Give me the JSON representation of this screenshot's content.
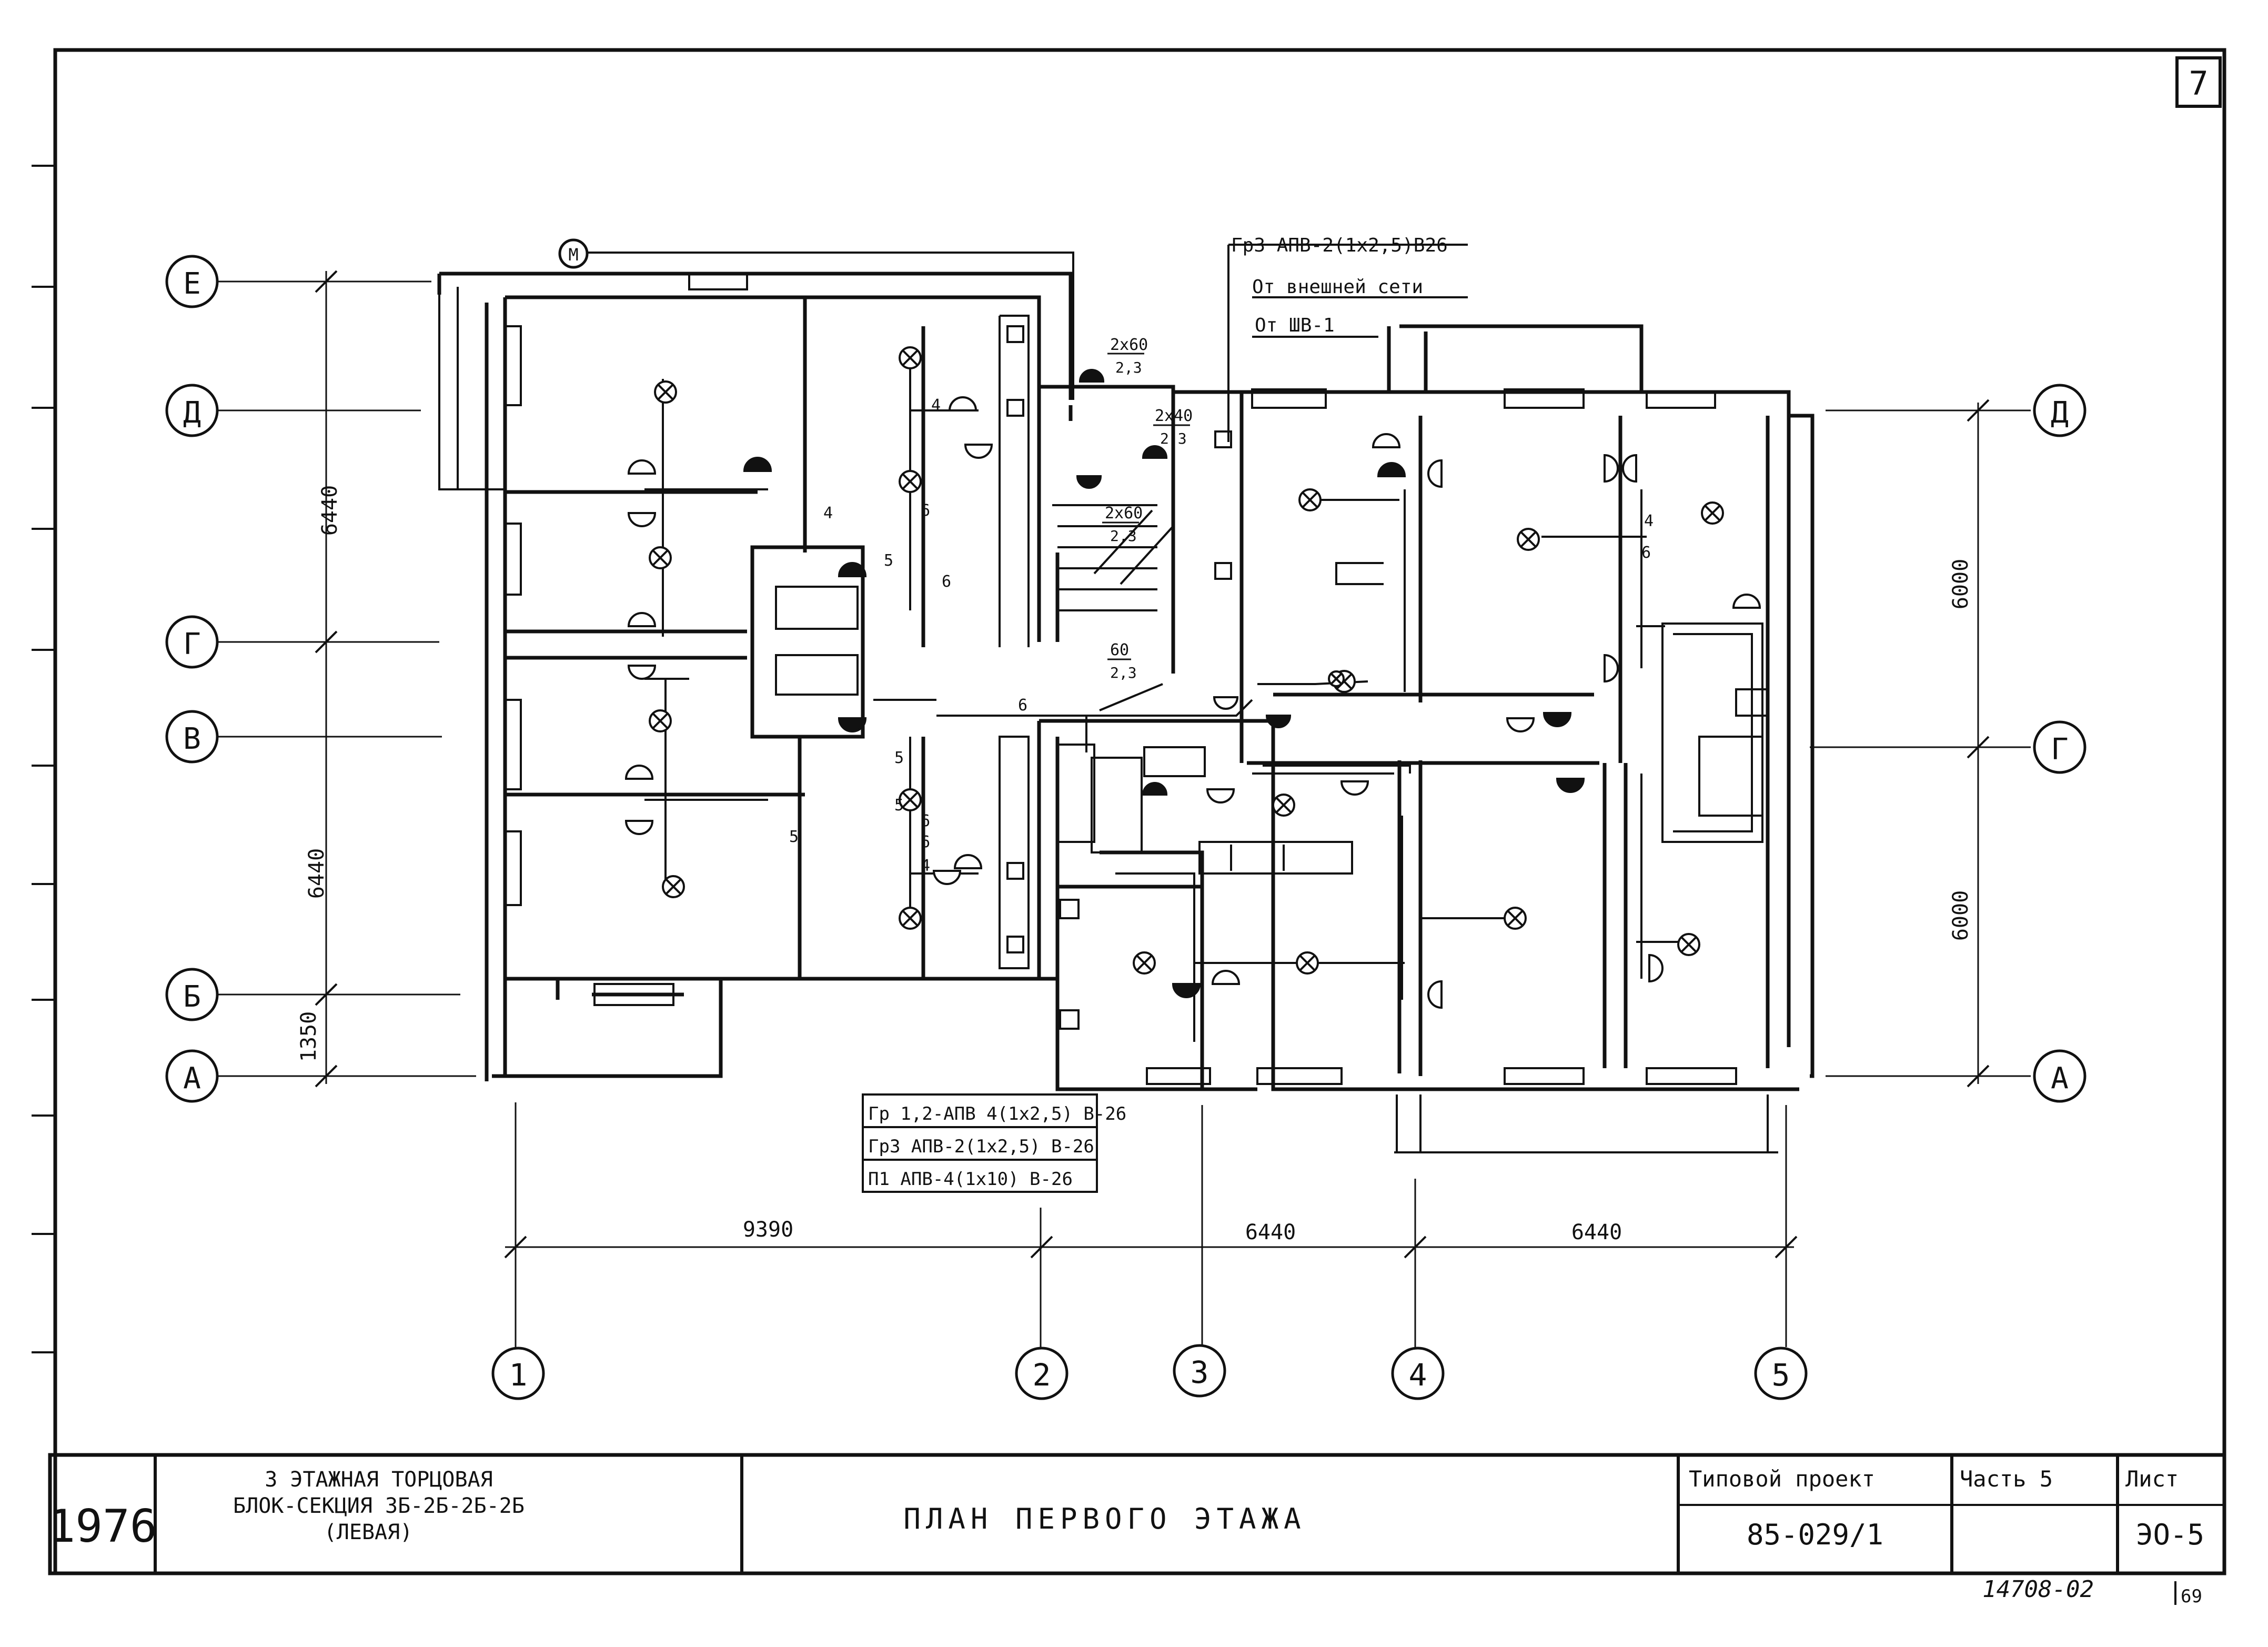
{
  "sheet": {
    "sheet_corner_number": "7",
    "footer_number": "14708-02",
    "footer_page": "69"
  },
  "title_block": {
    "year": "1976",
    "description_lines": [
      "3 ЭТАЖНАЯ ТОРЦОВАЯ",
      "БЛОК-СЕКЦИЯ 3Б-2Б-2Б-2Б",
      "(ЛЕВАЯ)"
    ],
    "drawing_title": "ПЛАН ПЕРВОГО ЭТАЖА",
    "project_label": "Типовой проект",
    "project_code": "85-029/1",
    "part_label": "Часть 5",
    "sheet_label": "Лист",
    "sheet_code": "ЭО-5"
  },
  "axes": {
    "rows_left": [
      "Е",
      "Д",
      "Г",
      "В",
      "Б",
      "А"
    ],
    "rows_right": [
      "Д",
      "Г",
      "А"
    ],
    "columns": [
      "1",
      "2",
      "3",
      "4",
      "5"
    ]
  },
  "dimensions": {
    "left_vertical": [
      "6440",
      "6440",
      "1350"
    ],
    "right_vertical": [
      "6000",
      "6000"
    ],
    "bottom_horizontal": [
      "9390",
      "6440",
      "6440"
    ]
  },
  "annotations": {
    "top_feed_line1": "Гр3 АПВ-2(1х2,5)В26",
    "top_feed_line2": "От внешней сети",
    "top_feed_line3": "От ШВ-1",
    "marker_m": "М",
    "bottom_feed_lines": [
      "Гр 1,2-АПВ 4(1х2,5) В-26",
      "Гр3 АПВ-2(1х2,5) В-26",
      "П1 АПВ-4(1х10) В-26"
    ],
    "lamp_labels": [
      "2х60",
      "2,3",
      "2х40",
      "2,3",
      "2х60",
      "2,3",
      "60",
      "2,3"
    ],
    "wire_counts": [
      "4",
      "5",
      "6",
      "6",
      "4",
      "6",
      "5",
      "5",
      "6",
      "4",
      "6",
      "4",
      "6",
      "5"
    ]
  }
}
